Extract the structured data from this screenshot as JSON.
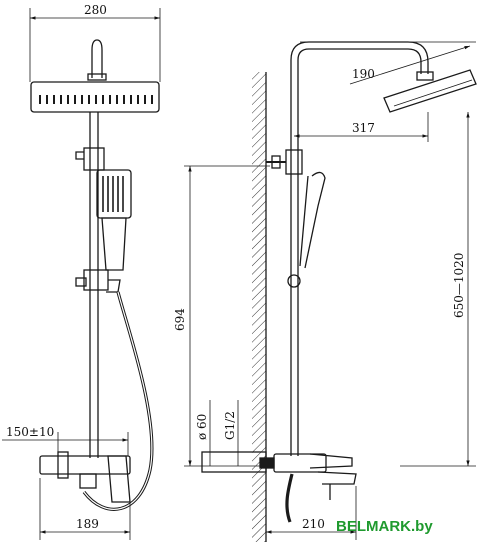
{
  "dimensions": {
    "head_width": "280",
    "head_width_side": "190",
    "arm_reach": "317",
    "rail_height": "694",
    "adjust_range": "650—1020",
    "center_distance": "150±10",
    "connector_dia": "ø 60",
    "thread": "G1/2",
    "mixer_depth": "189",
    "spout_reach": "210"
  },
  "watermark": {
    "text": "BELMARK.by",
    "color": "#1f9a2e"
  },
  "colors": {
    "line": "#1a1a1a",
    "brand": "#1f9a2e"
  }
}
